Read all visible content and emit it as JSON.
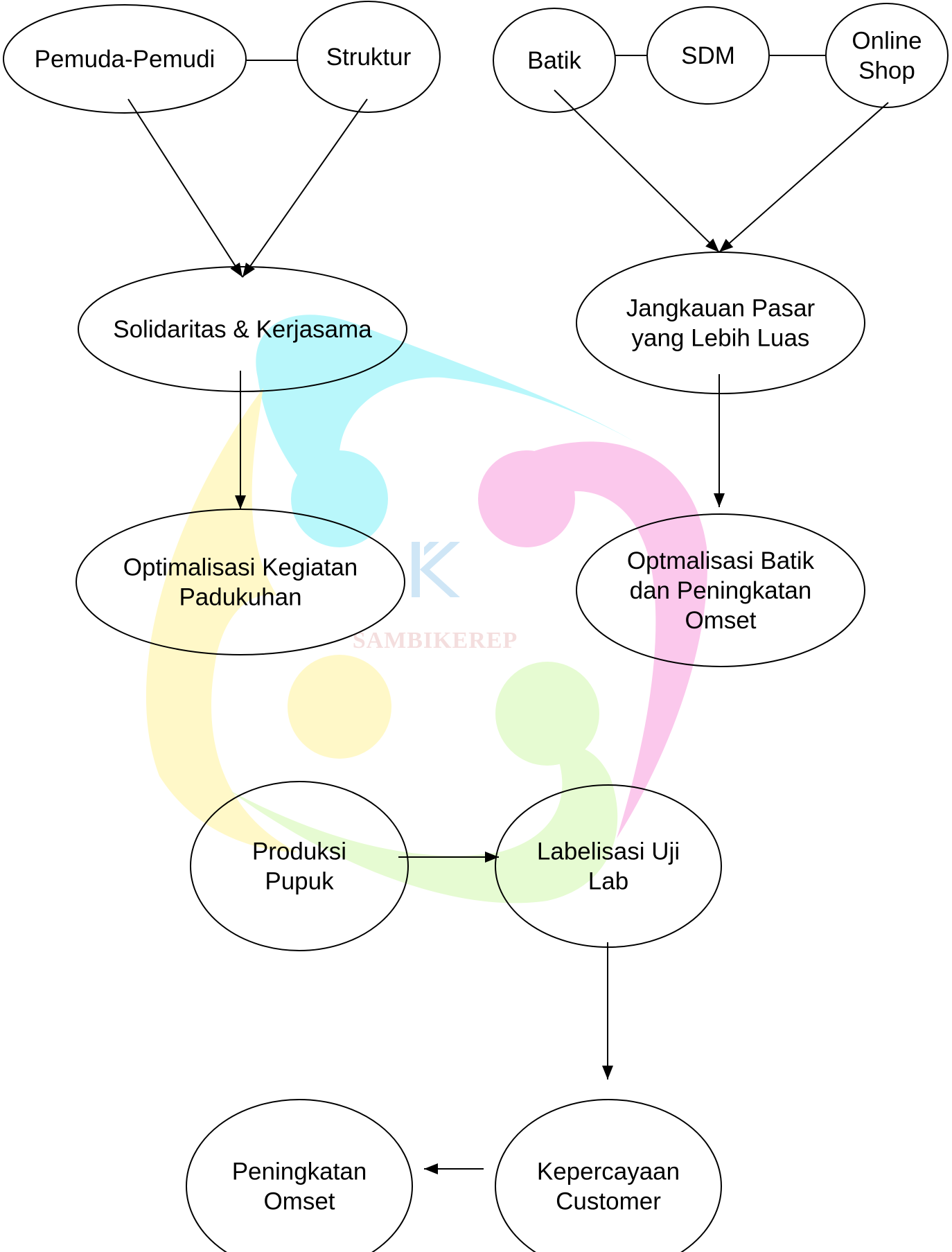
{
  "watermark": {
    "logo_text": "SAMBIKEREP",
    "colors": {
      "cyan": "#b9f7fb",
      "pink": "#fbc8ec",
      "yellow": "#fff8c8",
      "green": "#e6fbd2",
      "text": "#f4dede",
      "mark": "#cfe6f6"
    }
  },
  "nodes": {
    "pemuda": [
      "Pemuda-Pemudi"
    ],
    "struktur": [
      "Struktur"
    ],
    "batik": [
      "Batik"
    ],
    "sdm": [
      "SDM"
    ],
    "online": [
      "Online",
      "Shop"
    ],
    "solidaritas": [
      "Solidaritas & Kerjasama"
    ],
    "jangkauan": [
      "Jangkauan Pasar",
      "yang Lebih Luas"
    ],
    "optimalisasi": [
      "Optimalisasi Kegiatan",
      "Padukuhan"
    ],
    "optmalisasi_batik": [
      "Optmalisasi Batik",
      "dan Peningkatan",
      "Omset"
    ],
    "produksi": [
      "Produksi",
      "Pupuk"
    ],
    "labelisasi": [
      "Labelisasi Uji",
      "Lab"
    ],
    "kepercayaan": [
      "Kepercayaan",
      "Customer"
    ],
    "peningkatan": [
      "Peningkatan",
      "Omset"
    ]
  },
  "edges": [
    {
      "from": "pemuda",
      "to": "struktur",
      "arrow": false
    },
    {
      "from": "batik",
      "to": "sdm",
      "arrow": false
    },
    {
      "from": "sdm",
      "to": "online",
      "arrow": false
    },
    {
      "from": "pemuda",
      "to": "solidaritas",
      "arrow": true
    },
    {
      "from": "struktur",
      "to": "solidaritas",
      "arrow": true
    },
    {
      "from": "batik",
      "to": "jangkauan",
      "arrow": true
    },
    {
      "from": "online",
      "to": "jangkauan",
      "arrow": true
    },
    {
      "from": "solidaritas",
      "to": "optimalisasi",
      "arrow": true
    },
    {
      "from": "jangkauan",
      "to": "optmalisasi_batik",
      "arrow": true
    },
    {
      "from": "produksi",
      "to": "labelisasi",
      "arrow": true
    },
    {
      "from": "labelisasi",
      "to": "kepercayaan",
      "arrow": true
    },
    {
      "from": "kepercayaan",
      "to": "peningkatan",
      "arrow": true
    }
  ]
}
